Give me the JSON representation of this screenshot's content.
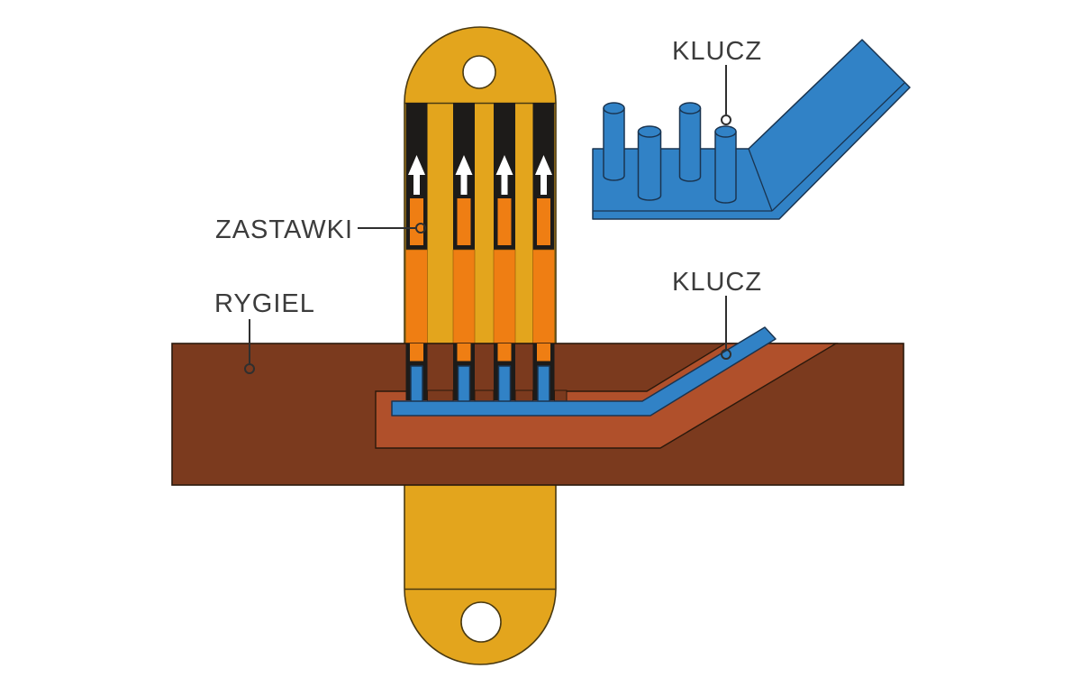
{
  "figure": {
    "labels": {
      "levers": "ZASTAWKI",
      "bolt": "RYGIEL",
      "key_top": "KLUCZ",
      "key_inserted": "KLUCZ"
    },
    "counts": {
      "levers": 4,
      "arrows": 4,
      "key_pins": 4
    },
    "icons": {
      "lever_arrow": "up-arrow"
    },
    "colors": {
      "plate_gold": "#E3A51D",
      "lever_orange": "#EF7E13",
      "slot_black": "#1D1B19",
      "bolt_brown": "#7B3A1E",
      "channel_brown": "#B0502B",
      "key_blue": "#3182C6",
      "key_outline": "#1A3450",
      "plate_outline": "#4A3A12",
      "outline_dark": "#2B190C",
      "label_text": "#3C3C3C",
      "leader_line": "#2F2F2F"
    }
  }
}
